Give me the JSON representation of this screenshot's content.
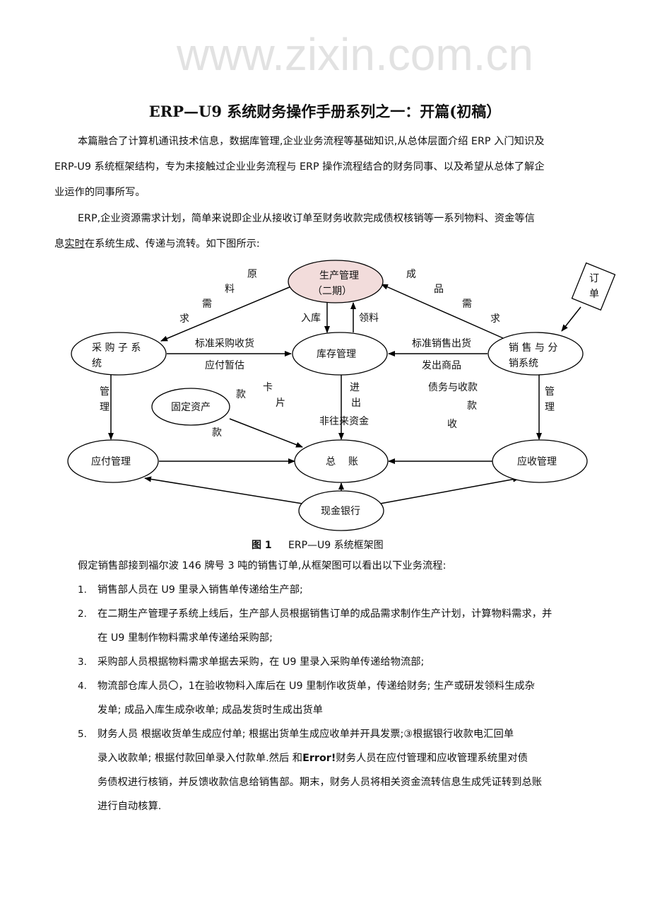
{
  "title": "ERP—U9 系统财务操作手册系列之一：开篇(初稿）",
  "intro": [
    "本篇融合了计算机通讯技术信息，数据库管理,企业业务流程等基础知识,从总体层面介绍 ERP 入门知识及",
    "ERP-U9 系统框架结构，专为未接触过企业业务流程与 ERP 操作流程结合的财务同事、以及希望从总体了解企",
    "业运作的同事所写。"
  ],
  "erp_para": {
    "line1": "ERP,企业资源需求计划，简单来说即企业从接收订单至财务收款完成债权核销等一系列物料、资金等信",
    "line2_pre": "息",
    "line2_underlined": "实时",
    "line2_post": "在系统生成、传递与流转。如下图所示:"
  },
  "diagram": {
    "nodes": {
      "production": "生产管理",
      "production_sub": "（二期）",
      "purchase_1": "采 购 子 系",
      "purchase_2": "统",
      "inventory": "库存管理",
      "sales_1": "销 售 与 分",
      "sales_2": "销系统",
      "fixed_assets": "固定资产",
      "payable": "应付管理",
      "ledger": "总    账",
      "receivable": "应收管理",
      "cash": "现金银行",
      "order_1": "订",
      "order_2": "单"
    },
    "labels": {
      "raw1": "原",
      "raw2": "料",
      "raw3": "需",
      "raw4": "求",
      "std_purchase": "标准采购收货",
      "accrued": "应付暂估",
      "in_stock": "入库",
      "pick": "领料",
      "fin1": "成",
      "fin2": "品",
      "fin3": "需",
      "fin4": "求",
      "std_sales": "标准销售出货",
      "issued": "发出商品",
      "mgmt_l1": "管",
      "mgmt_l2": "理",
      "card1": "卡",
      "card2": "片",
      "io1": "进",
      "io2": "出",
      "pay_kuan": "款",
      "non_ar": "非往来资金",
      "debt_collect": "债务与收款",
      "kuan_r": "款",
      "shou": "收",
      "kuan_l": "款",
      "mgmt_r1": "管",
      "mgmt_r2": "理"
    },
    "caption_bold": "图 1",
    "caption": "ERP—U9 系统框架图"
  },
  "scenario": "假定销售部接到福尔波 146 牌号 3 吨的销售订单,从框架图可以看出以下业务流程:",
  "steps": [
    {
      "num": "1.",
      "lines": [
        "销售部人员在 U9 里录入销售单传递给生产部;"
      ]
    },
    {
      "num": "2.",
      "lines": [
        "在二期生产管理子系统上线后，生产部人员根据销售订单的成品需求制作生产计划，计算物料需求，并",
        "在 U9 里制作物料需求单传递给采购部;"
      ]
    },
    {
      "num": "3.",
      "lines": [
        "采购部人员根据物料需求单据去采购，在 U9 里录入采购单传递给物流部;"
      ]
    },
    {
      "num": "4.",
      "lines": [
        "物流部仓库人员〇，1在验收物料入库后在 U9 里制作收货单，传递给财务;   生产或研发领料生成杂",
        "发单;   成品入库生成杂收单;     成品发货时生成出货单"
      ]
    },
    {
      "num": "5.",
      "lines": [
        "财务人员   根据收货单生成应付单;     根据出货单生成应收单并开具发票;③根据银行收款电汇回单",
        "录入收款单;     根据付款回单录入付款单.然后   和",
        "财务人员在应付管理和应收管理系统里对债",
        "务债权进行核销，并反馈收款信息给销售部。期末，财务人员将相关资金流转信息生成凭证转到总账",
        "进行自动核算."
      ]
    }
  ],
  "error_text": "Error!",
  "watermark": "www.zixin.com.cn",
  "colors": {
    "production_fill": "#f2dcdb"
  }
}
